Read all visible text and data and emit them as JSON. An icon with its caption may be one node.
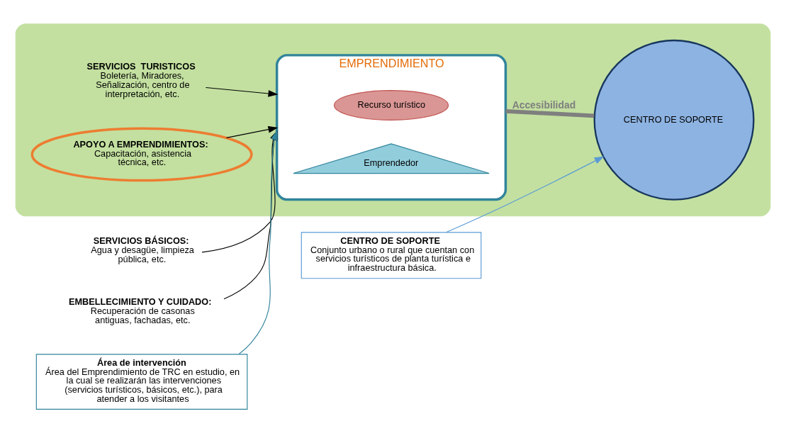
{
  "diagram": {
    "nodes": [
      {
        "text": [],
        "shape": "band"
      },
      {
        "text": [
          "SERVICIOS BÁSICOS:",
          "Agua y desagüe, limpieza pública, etc."
        ]
      },
      {
        "text": [
          "SERVICIOS  TURISTICOS",
          "Boletería, Miradores, Señalización, centro de interpretación, etc."
        ],
        "in": 0
      },
      {
        "text": [
          "EMPRENDIMIENTO"
        ],
        "in": 0
      },
      {
        "text": [
          "Recurso turístico"
        ],
        "in": 3
      },
      {
        "text": [
          "Emprendedor"
        ],
        "in": 3
      },
      {
        "text": [
          "CENTRO DE SOPORTE"
        ],
        "in": 0
      },
      {
        "text": [
          "EMBELLECIMIENTO Y CUIDADO:",
          "Recuperación de casonas antiguas, fachadas, etc."
        ]
      },
      {
        "text": [
          "APOYO A EMPRENDIMIENTOS:",
          "Capacitación, asistencia técnica, etc."
        ],
        "in": 0
      },
      {
        "text": [
          "Área de intervención",
          "Área del Emprendimiento de TRC en estudio, en la cual se realizarán las intervenciones (servicios turísticos, básicos, etc.), para atender a los visitantes"
        ]
      },
      {
        "text": [
          "CENTRO DE SOPORTE",
          "Conjunto urbano o rural que cuentan con servicios turísticos de planta turística e infraestructura básica."
        ]
      }
    ],
    "edges": [
      {
        "from": 1,
        "to": 3,
        "arrow": "to"
      },
      {
        "from": 2,
        "to": 3,
        "arrow": "to"
      },
      {
        "from": 7,
        "to": 3,
        "arrow": "to"
      },
      {
        "from": 8,
        "to": 3,
        "arrow": "to"
      },
      {
        "from": 3,
        "to": 6,
        "arrow": "none",
        "label": "Accesibilidad",
        "style": "thick",
        "color": "#7f7f7f"
      },
      {
        "from": 9,
        "to": 3,
        "arrow": "to",
        "color": "#31849b"
      },
      {
        "from": 10,
        "to": 6,
        "arrow": "to",
        "color": "#5b9bd5"
      }
    ]
  }
}
